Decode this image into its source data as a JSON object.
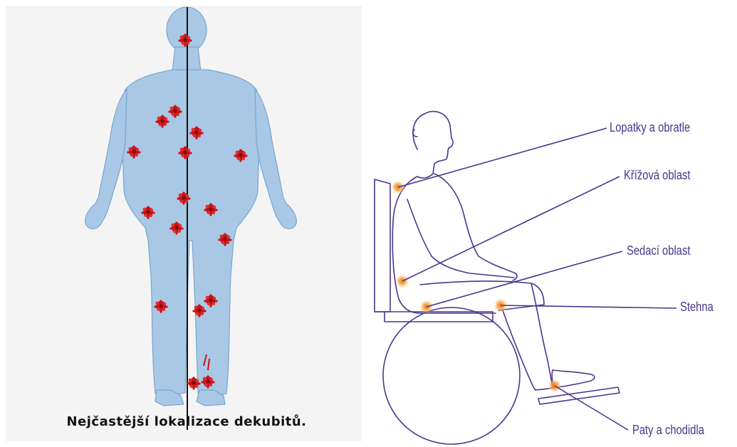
{
  "left_figure": {
    "caption": "Nejčastější lokalizace dekubitů.",
    "colors": {
      "body_fill": "#a9c8e6",
      "body_stroke": "#7aa6cf",
      "marker": "#d11a1a",
      "panel_bg": "#f4f4f4"
    }
  },
  "right_figure": {
    "colors": {
      "line": "#4b3590",
      "hotspot": "#f5a03a"
    },
    "labels": [
      {
        "id": "lopatky",
        "text": "Lopatky a obratle"
      },
      {
        "id": "krizova",
        "text": "Křížová oblast"
      },
      {
        "id": "sedaci",
        "text": "Sedací oblast"
      },
      {
        "id": "stehna",
        "text": "Stehna"
      },
      {
        "id": "paty",
        "text": "Paty a chodidla"
      }
    ]
  }
}
